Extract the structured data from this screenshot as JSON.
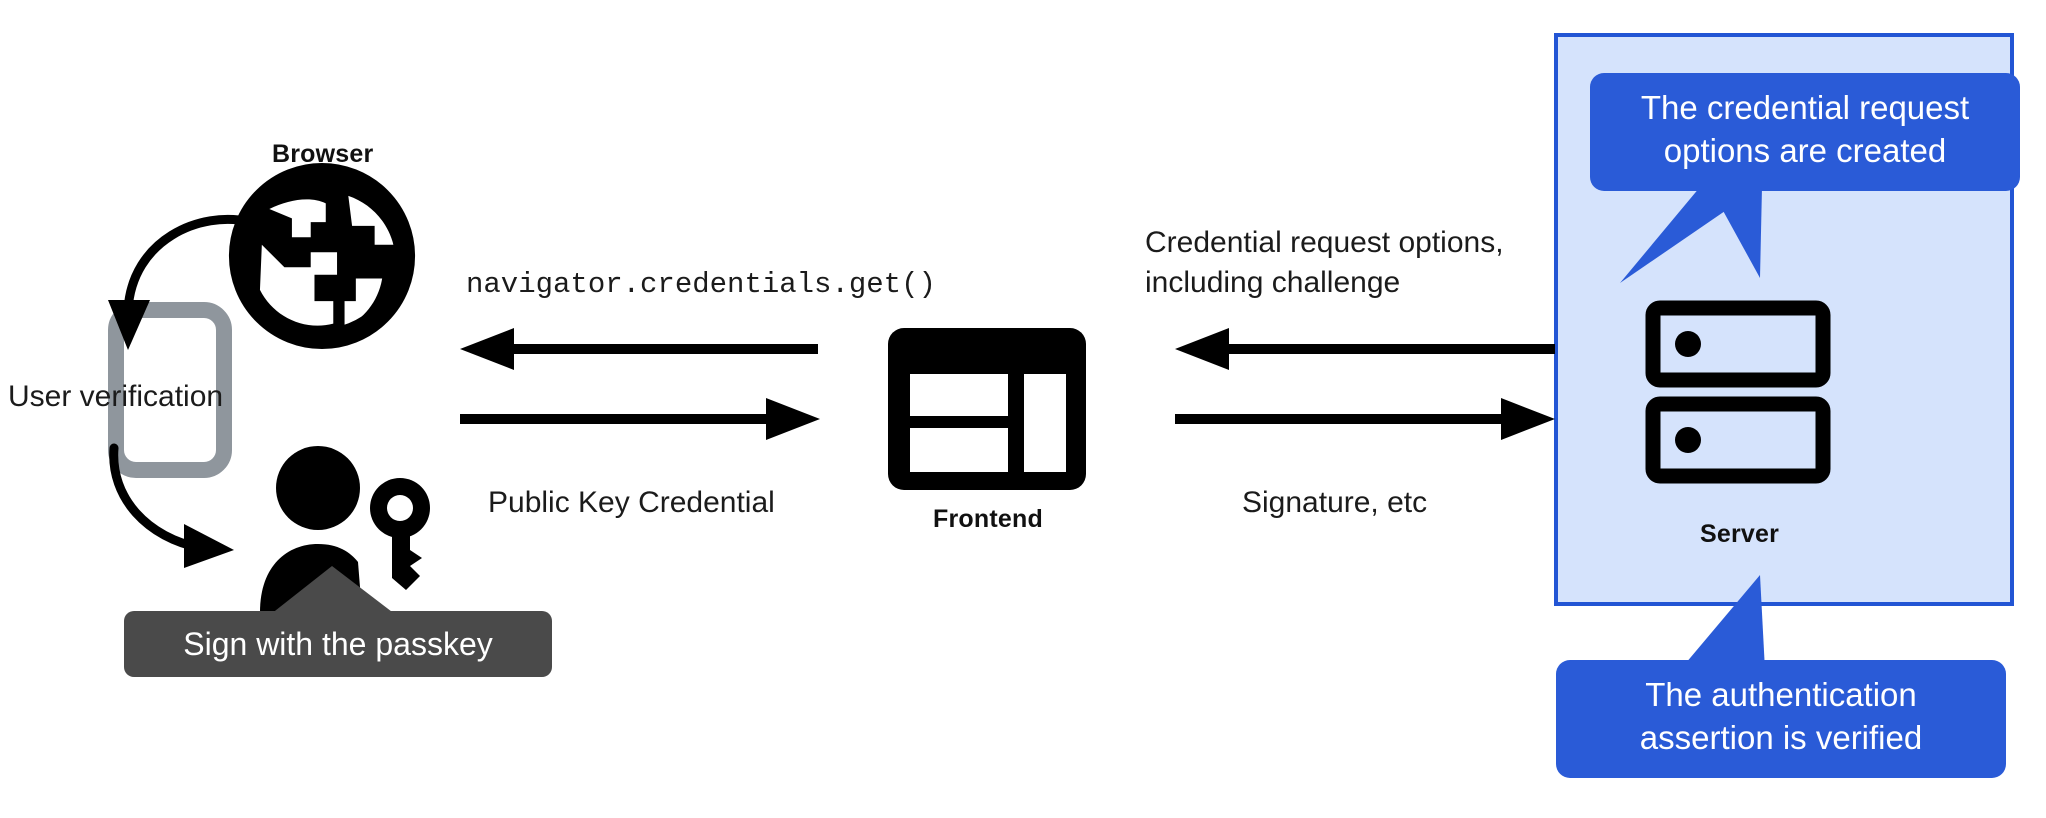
{
  "diagram": {
    "title": "WebAuthn passkey authentication flow",
    "background": "#ffffff"
  },
  "colors": {
    "panel_fill": "#d5e3fc",
    "panel_border": "#2255d4",
    "bubble_blue": "#2a5bd7",
    "tooltip_gray": "#4a4a4a",
    "icon_black": "#000000",
    "phone_gray": "#8f969d"
  },
  "actors": {
    "browser": {
      "label": "Browser",
      "icon": "globe-icon"
    },
    "frontend": {
      "label": "Frontend",
      "icon": "web-layout-icon"
    },
    "server": {
      "label": "Server",
      "icon": "server-rack-icon"
    },
    "user": {
      "icon": "person-with-key-icon"
    },
    "phone": {
      "icon": "smartphone-icon"
    }
  },
  "annotations": {
    "user_verification": "User verification",
    "passkey_tooltip": "Sign with the passkey"
  },
  "arrows": {
    "browser_to_frontend_request": {
      "label": "navigator.credentials.get()",
      "direction": "left",
      "style": "monospace"
    },
    "browser_to_frontend_response": {
      "label": "Public Key Credential",
      "direction": "right",
      "style": "plain"
    },
    "server_to_frontend": {
      "label_line1": "Credential request options,",
      "label_line2": "including challenge",
      "direction": "left",
      "style": "plain"
    },
    "frontend_to_server": {
      "label": "Signature, etc",
      "direction": "right",
      "style": "plain"
    }
  },
  "callouts": [
    {
      "id": "credential-request-options",
      "line1": "The credential request",
      "line2": "options are created",
      "tail": "down"
    },
    {
      "id": "authentication-assertion",
      "line1": "The authentication",
      "line2": "assertion is verified",
      "tail": "up"
    }
  ]
}
